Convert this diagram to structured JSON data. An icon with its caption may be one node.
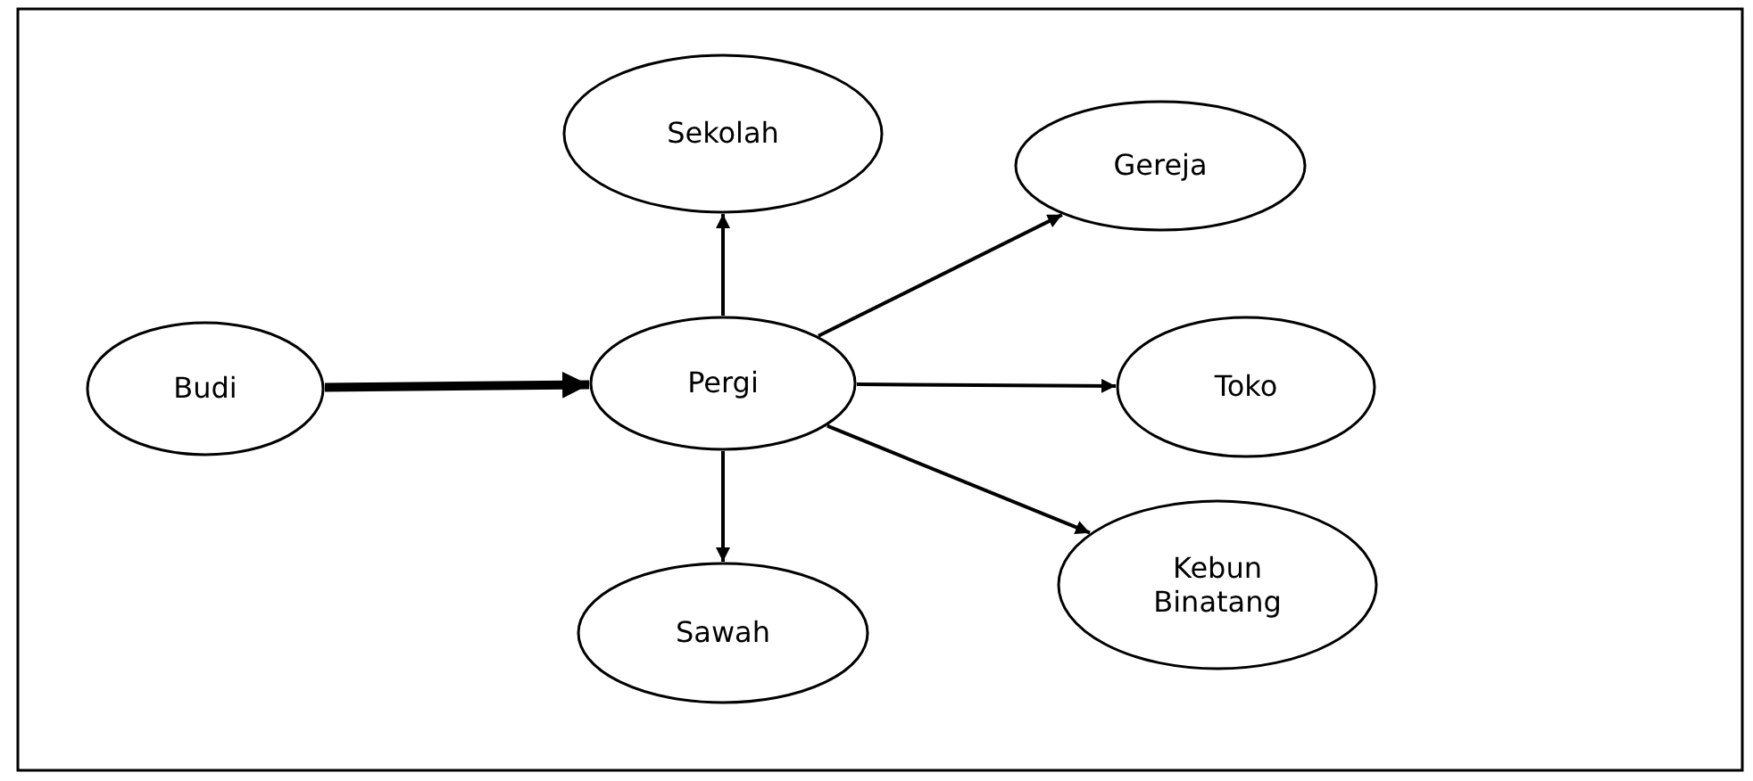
{
  "diagram": {
    "nodes": [
      {
        "text": [
          "Sekolah"
        ]
      },
      {
        "text": [
          "Gereja"
        ]
      },
      {
        "text": [
          "Budi"
        ]
      },
      {
        "text": [
          "Pergi"
        ]
      },
      {
        "text": [
          "Toko"
        ]
      },
      {
        "text": [
          "Kebun Binatang"
        ]
      },
      {
        "text": [
          "Sawah"
        ]
      }
    ],
    "edges": [
      {
        "from": 2,
        "to": 3,
        "arrow": "to",
        "style": "thick"
      },
      {
        "from": 3,
        "to": 0,
        "arrow": "to"
      },
      {
        "from": 3,
        "to": 6,
        "arrow": "to"
      },
      {
        "from": 3,
        "to": 1,
        "arrow": "to"
      },
      {
        "from": 3,
        "to": 4,
        "arrow": "to"
      },
      {
        "from": 3,
        "to": 5,
        "arrow": "to"
      }
    ]
  }
}
